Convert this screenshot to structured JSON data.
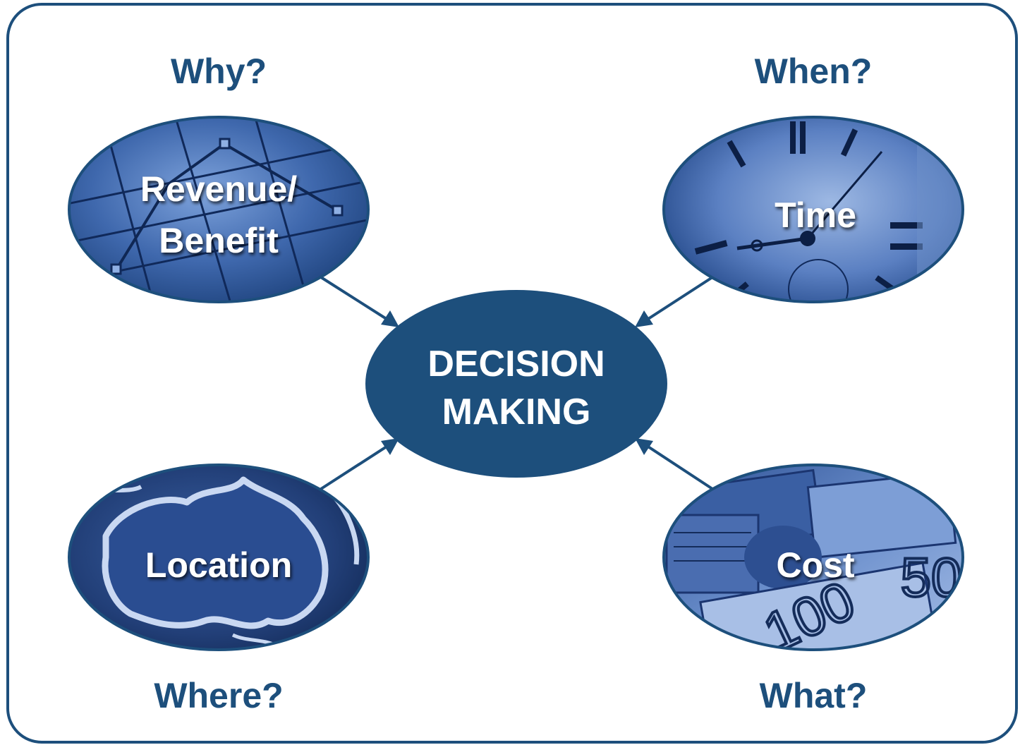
{
  "colors": {
    "frame": "#1d4f7c",
    "question_text": "#1d4f7c",
    "center_fill": "#1d4f7c",
    "arrow": "#1d4f7c",
    "photo_dark": "#1b3f78",
    "photo_light": "#6d92cf"
  },
  "center": {
    "line1": "DECISION",
    "line2": "MAKING"
  },
  "nodes": {
    "why": {
      "question": "Why?",
      "label_line1": "Revenue/",
      "label_line2": "Benefit",
      "image_icon": "line-chart-icon"
    },
    "when": {
      "question": "When?",
      "label": "Time",
      "image_icon": "clock-icon"
    },
    "where": {
      "question": "Where?",
      "label": "Location",
      "image_icon": "map-icon"
    },
    "what": {
      "question": "What?",
      "label": "Cost",
      "image_icon": "banknote-icon",
      "note_text_1": "100",
      "note_text_2": "50"
    }
  }
}
